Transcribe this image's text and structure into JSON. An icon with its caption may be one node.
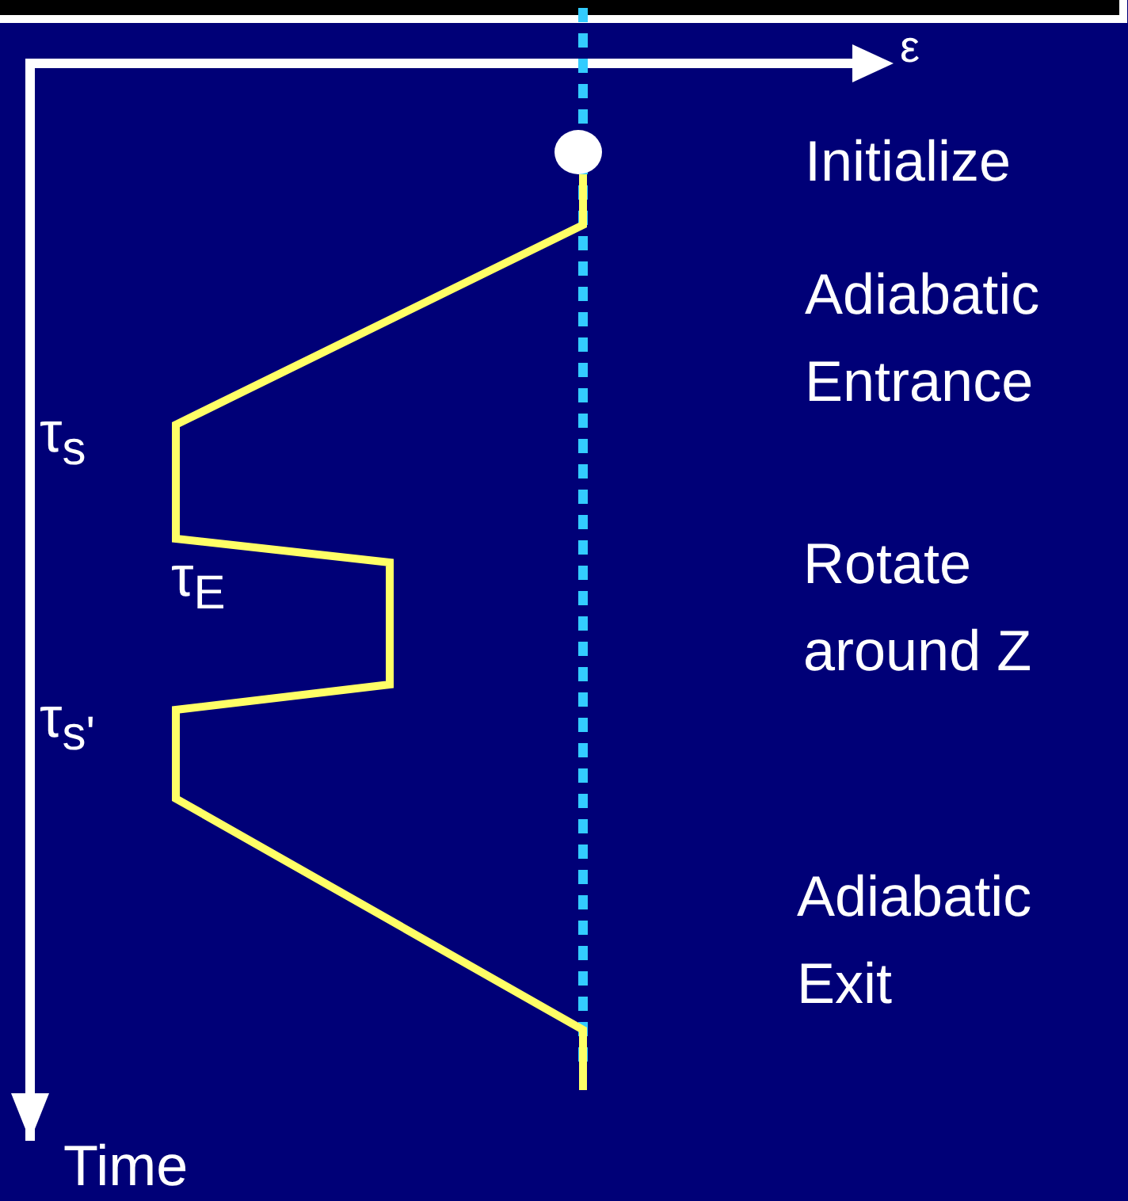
{
  "diagram": {
    "labels": [
      "ε",
      "Initialize",
      "Adiabatic Entrance",
      "τ$_{s}$",
      "Rotate around Z",
      "τ$_{E}$",
      "τ$_{s'}$",
      "Adiabatic Exit",
      "Time"
    ]
  }
}
